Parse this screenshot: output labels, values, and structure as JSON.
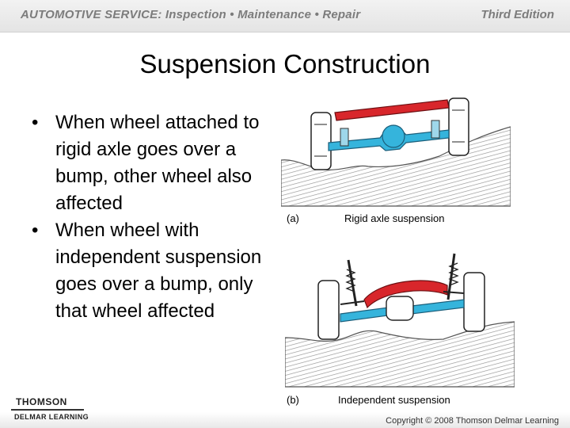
{
  "header": {
    "title": "AUTOMOTIVE SERVICE: Inspection • Maintenance • Repair",
    "edition": "Third Edition"
  },
  "slide": {
    "title": "Suspension Construction",
    "bullets": [
      "When wheel attached to rigid axle goes over a bump, other wheel also affected",
      "When wheel with independent suspension goes over a bump, only that wheel affected"
    ]
  },
  "figures": [
    {
      "letter": "(a)",
      "caption": "Rigid axle suspension"
    },
    {
      "letter": "(b)",
      "caption": "Independent suspension"
    }
  ],
  "colors": {
    "frame_red": "#d8262b",
    "axle_blue": "#35b4dc",
    "ground_gray": "#9a9a9a"
  },
  "footer": {
    "logo_top": "THOMSON",
    "logo_bottom": "DELMAR LEARNING",
    "copyright": "Copyright © 2008 Thomson Delmar Learning"
  }
}
